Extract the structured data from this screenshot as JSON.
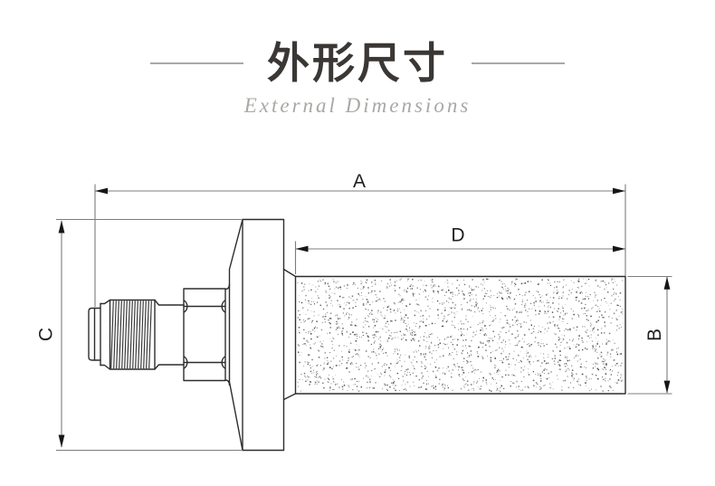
{
  "header": {
    "title": "外形尺寸",
    "subtitle": "External Dimensions",
    "title_color": "#3a3734",
    "subtitle_color": "#aaa8a5",
    "rule_color": "#a8a8a8"
  },
  "drawing": {
    "description": "Side-view outline dimension drawing of a sintered pneumatic muffler: threaded fitting and hex nut on the left, conical flange, and long porous cylindrical body on the right",
    "labels": {
      "overall_length": "A",
      "body_height": "B",
      "flange_height": "C",
      "body_length": "D"
    },
    "colors": {
      "outline": "#2d2d2d",
      "dimension_line": "#7c7c7c",
      "arrowhead": "#161616",
      "label_text": "#202020",
      "stipple_dots": [
        "#4a4a4a",
        "#6e6e6e",
        "#8f8f8f",
        "#a7a7a7"
      ]
    }
  }
}
